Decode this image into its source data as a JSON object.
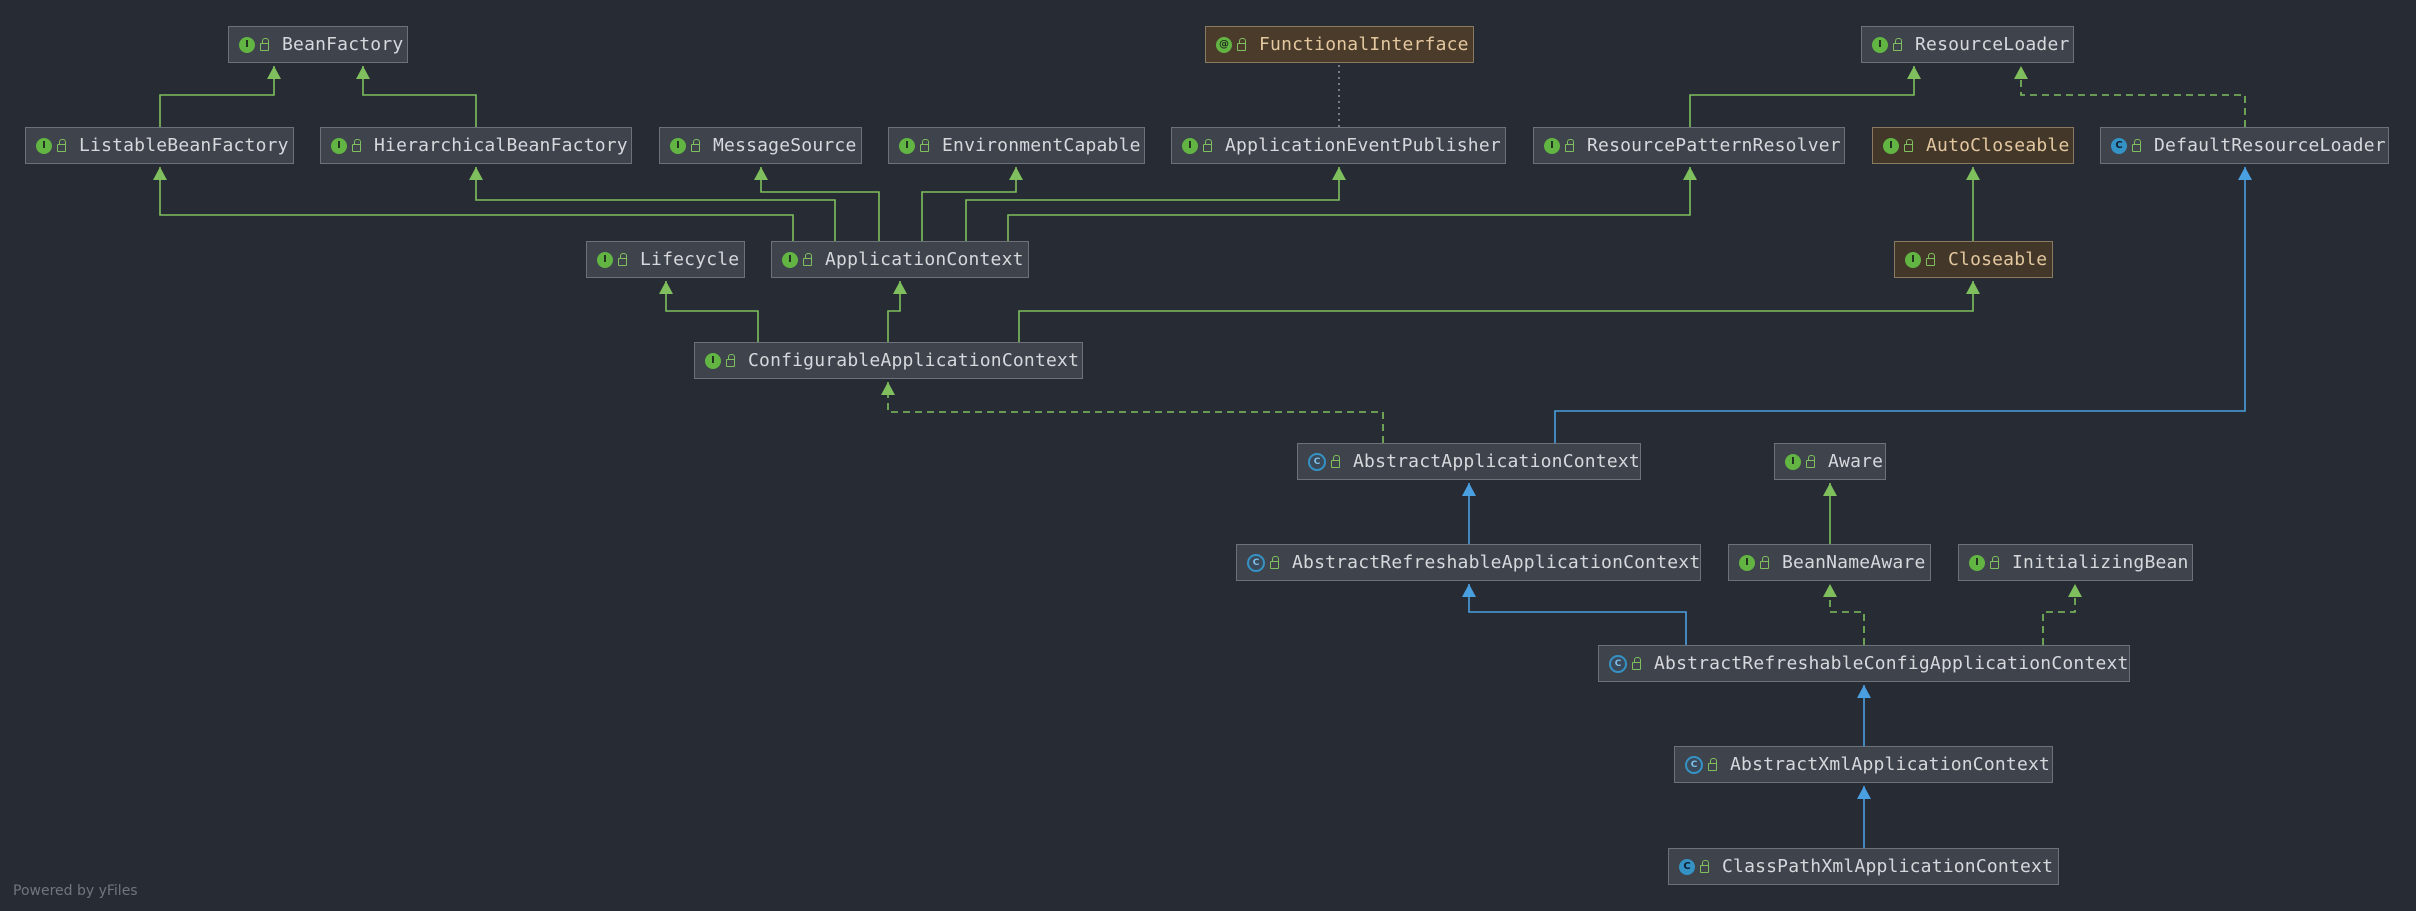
{
  "nodes": {
    "BeanFactory": {
      "label": "BeanFactory",
      "kind": "interface"
    },
    "FunctionalInterface": {
      "label": "FunctionalInterface",
      "kind": "annotation"
    },
    "ResourceLoader": {
      "label": "ResourceLoader",
      "kind": "interface"
    },
    "ListableBeanFactory": {
      "label": "ListableBeanFactory",
      "kind": "interface"
    },
    "HierarchicalBeanFactory": {
      "label": "HierarchicalBeanFactory",
      "kind": "interface"
    },
    "MessageSource": {
      "label": "MessageSource",
      "kind": "interface"
    },
    "EnvironmentCapable": {
      "label": "EnvironmentCapable",
      "kind": "interface"
    },
    "ApplicationEventPublisher": {
      "label": "ApplicationEventPublisher",
      "kind": "interface"
    },
    "ResourcePatternResolver": {
      "label": "ResourcePatternResolver",
      "kind": "interface"
    },
    "AutoCloseable": {
      "label": "AutoCloseable",
      "kind": "interface"
    },
    "DefaultResourceLoader": {
      "label": "DefaultResourceLoader",
      "kind": "class"
    },
    "Lifecycle": {
      "label": "Lifecycle",
      "kind": "interface"
    },
    "ApplicationContext": {
      "label": "ApplicationContext",
      "kind": "interface"
    },
    "Closeable": {
      "label": "Closeable",
      "kind": "interface"
    },
    "ConfigurableApplicationContext": {
      "label": "ConfigurableApplicationContext",
      "kind": "interface"
    },
    "AbstractApplicationContext": {
      "label": "AbstractApplicationContext",
      "kind": "abstract"
    },
    "Aware": {
      "label": "Aware",
      "kind": "interface"
    },
    "AbstractRefreshableApplicationContext": {
      "label": "AbstractRefreshableApplicationContext",
      "kind": "abstract"
    },
    "BeanNameAware": {
      "label": "BeanNameAware",
      "kind": "interface"
    },
    "InitializingBean": {
      "label": "InitializingBean",
      "kind": "interface"
    },
    "AbstractRefreshableConfigApplicationContext": {
      "label": "AbstractRefreshableConfigApplicationContext",
      "kind": "abstract"
    },
    "AbstractXmlApplicationContext": {
      "label": "AbstractXmlApplicationContext",
      "kind": "abstract"
    },
    "ClassPathXmlApplicationContext": {
      "label": "ClassPathXmlApplicationContext",
      "kind": "class"
    }
  },
  "edges": [
    {
      "from": "ListableBeanFactory",
      "to": "BeanFactory",
      "type": "extends-interface"
    },
    {
      "from": "HierarchicalBeanFactory",
      "to": "BeanFactory",
      "type": "extends-interface"
    },
    {
      "from": "ApplicationEventPublisher",
      "to": "FunctionalInterface",
      "type": "annotated"
    },
    {
      "from": "ResourcePatternResolver",
      "to": "ResourceLoader",
      "type": "extends-interface"
    },
    {
      "from": "DefaultResourceLoader",
      "to": "ResourceLoader",
      "type": "implements"
    },
    {
      "from": "ApplicationContext",
      "to": "ListableBeanFactory",
      "type": "extends-interface"
    },
    {
      "from": "ApplicationContext",
      "to": "HierarchicalBeanFactory",
      "type": "extends-interface"
    },
    {
      "from": "ApplicationContext",
      "to": "MessageSource",
      "type": "extends-interface"
    },
    {
      "from": "ApplicationContext",
      "to": "EnvironmentCapable",
      "type": "extends-interface"
    },
    {
      "from": "ApplicationContext",
      "to": "ApplicationEventPublisher",
      "type": "extends-interface"
    },
    {
      "from": "ApplicationContext",
      "to": "ResourcePatternResolver",
      "type": "extends-interface"
    },
    {
      "from": "Closeable",
      "to": "AutoCloseable",
      "type": "extends-interface"
    },
    {
      "from": "ConfigurableApplicationContext",
      "to": "Lifecycle",
      "type": "extends-interface"
    },
    {
      "from": "ConfigurableApplicationContext",
      "to": "ApplicationContext",
      "type": "extends-interface"
    },
    {
      "from": "ConfigurableApplicationContext",
      "to": "Closeable",
      "type": "extends-interface"
    },
    {
      "from": "AbstractApplicationContext",
      "to": "ConfigurableApplicationContext",
      "type": "implements"
    },
    {
      "from": "AbstractApplicationContext",
      "to": "DefaultResourceLoader",
      "type": "extends-class"
    },
    {
      "from": "BeanNameAware",
      "to": "Aware",
      "type": "extends-interface"
    },
    {
      "from": "AbstractRefreshableApplicationContext",
      "to": "AbstractApplicationContext",
      "type": "extends-class"
    },
    {
      "from": "AbstractRefreshableConfigApplicationContext",
      "to": "AbstractRefreshableApplicationContext",
      "type": "extends-class"
    },
    {
      "from": "AbstractRefreshableConfigApplicationContext",
      "to": "BeanNameAware",
      "type": "implements"
    },
    {
      "from": "AbstractRefreshableConfigApplicationContext",
      "to": "InitializingBean",
      "type": "implements"
    },
    {
      "from": "AbstractXmlApplicationContext",
      "to": "AbstractRefreshableConfigApplicationContext",
      "type": "extends-class"
    },
    {
      "from": "ClassPathXmlApplicationContext",
      "to": "AbstractXmlApplicationContext",
      "type": "extends-class"
    }
  ],
  "colors": {
    "background": "#272b33",
    "interface_edge": "#7fbf5e",
    "class_edge": "#4a9fe0",
    "annotation_edge": "#8a8f98",
    "interface_badge": "#62b543",
    "class_badge": "#3592c4"
  },
  "watermark": "Powered by yFiles"
}
